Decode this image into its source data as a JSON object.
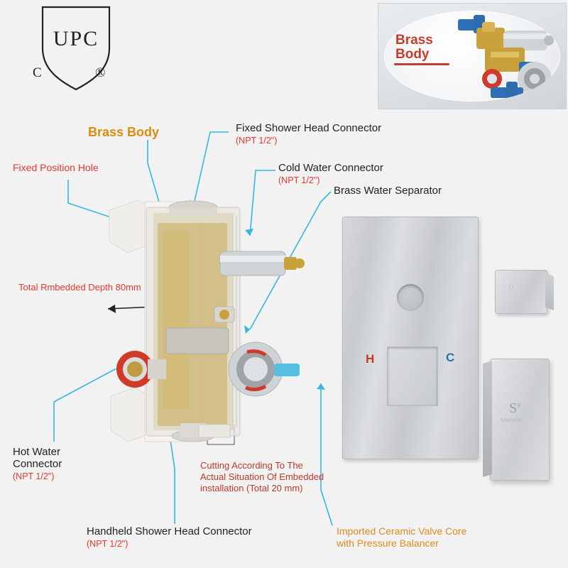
{
  "certification": {
    "name": "upc-certification-mark",
    "title": "UPC",
    "left_mark": "C",
    "right_mark": "®"
  },
  "inset": {
    "name": "brass-body-inset-photo",
    "label_line1": "Brass",
    "label_line2": "Body"
  },
  "labels": {
    "brass_body": {
      "text": "Brass Body",
      "color": "#d98e13"
    },
    "fixed_shower_head_connector": {
      "text": "Fixed Shower Head Connector",
      "sub": "(NPT 1/2\")"
    },
    "cold_water_connector": {
      "text": "Cold Water Connector",
      "sub": "(NPT 1/2\")"
    },
    "brass_water_separator": {
      "text": "Brass Water Separator"
    },
    "fixed_position_hole": {
      "text": "Fixed Position Hole"
    },
    "total_embedded_depth": {
      "text": "Total Rmbedded Depth 80mm"
    },
    "hot_water_connector": {
      "line1": "Hot Water",
      "line2": "Connector",
      "sub": "(NPT 1/2\")"
    },
    "handheld_shower_head_connector": {
      "text": "Handheld Shower Head Connector",
      "sub": "(NPT 1/2\")"
    },
    "cutting_note": {
      "line1": "Cutting According To The",
      "line2": "Actual Situation Of Embedded",
      "line3": "installation (Total 20 mm)"
    },
    "ceramic_valve": {
      "line1": "Imported Ceramic Valve Core",
      "line2": "with Pressure Balancer"
    }
  },
  "trim_plate": {
    "name": "trim-plate",
    "hot_marking": "H",
    "cold_marking": "C"
  },
  "handles": {
    "top_label": "diverter-handle",
    "bottom_label": "mixer-handle",
    "brand_glyph": "S",
    "brand_reg": "®",
    "brand_sub": "SHOWER"
  },
  "colors": {
    "callout_red": "#e8382a",
    "callout_orange": "#e08b1e",
    "callout_dark": "#222222",
    "leader_line": "#35b7e0",
    "brass": "#d4a017",
    "background": "#f2f2f2"
  }
}
